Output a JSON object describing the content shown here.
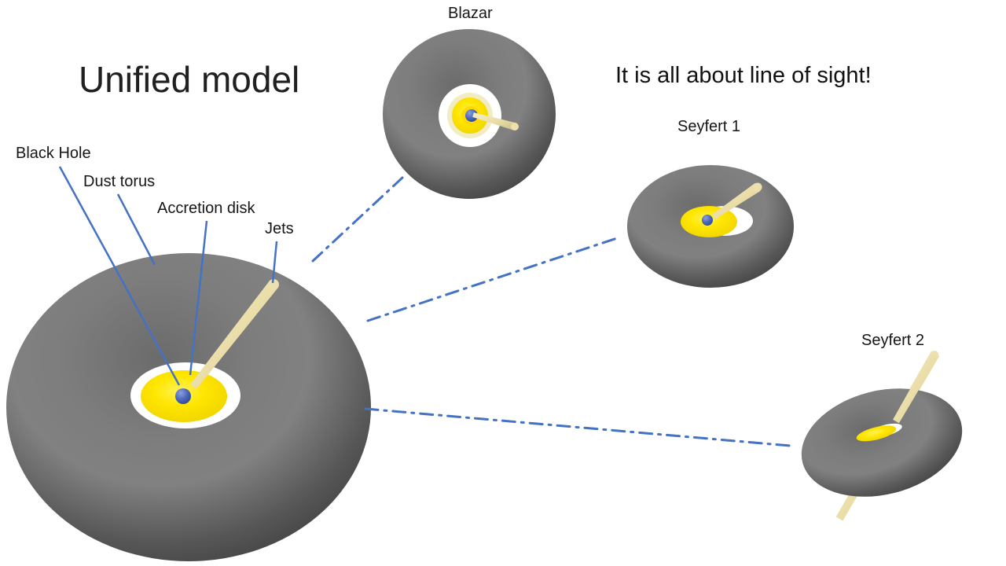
{
  "title": "Unified model",
  "subtitle": "It is all about line of sight!",
  "callouts": {
    "black_hole": "Black Hole",
    "dust_torus": "Dust torus",
    "accretion_disk": "Accretion disk",
    "jets": "Jets"
  },
  "agn_types": {
    "blazar": "Blazar",
    "seyfert_1": "Seyfert 1",
    "seyfert_2": "Seyfert 2"
  },
  "colors": {
    "accent_blue": "#4472C4",
    "torus_gray": "#6E6E6E",
    "disk_yellow": "#FFE600",
    "jet_cream": "#EBDFAE",
    "black_hole_blue": "#4A66B8",
    "background": "#FFFFFF",
    "text": "#1A1A1A"
  }
}
